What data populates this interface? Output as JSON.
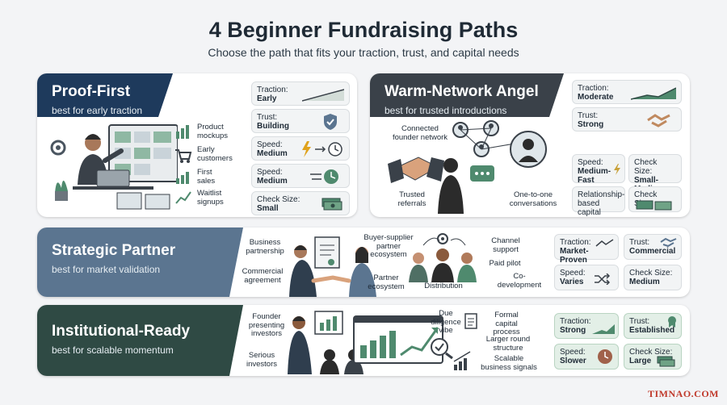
{
  "header": {
    "title": "4 Beginner Fundraising Paths",
    "subtitle": "Choose the path that fits your traction, trust, and capital needs"
  },
  "colors": {
    "navy": "#1e3a5c",
    "charcoal": "#3a4149",
    "slate_blue": "#5b7590",
    "dark_green": "#2f4a44",
    "accent_green": "#4f8a6e",
    "chip_green": "#e3efe7"
  },
  "paths": {
    "proof_first": {
      "title": "Proof-First",
      "subtitle": "best for early traction",
      "labels": [
        "Product mockups",
        "Early customers",
        "First sales",
        "Waitlist signups"
      ],
      "chips": [
        {
          "key": "Traction:",
          "value": "Early",
          "icon": "rising-line-icon"
        },
        {
          "key": "Trust:",
          "value": "Building",
          "icon": "shield-check-icon"
        },
        {
          "key": "Speed:",
          "value": "Medium",
          "icon": "lightning-clock-icon"
        },
        {
          "key": "Speed:",
          "value": "Medium",
          "icon": "fast-clock-icon"
        },
        {
          "key": "Check Size:",
          "value": "Small",
          "icon": "cash-stack-icon"
        }
      ]
    },
    "warm_network_angel": {
      "title": "Warm-Network Angel",
      "subtitle": "best for trusted introductions",
      "labels": [
        "Connected founder network",
        "Trusted referrals",
        "One-to-one conversations"
      ],
      "chips": [
        {
          "key": "Traction:",
          "value": "Moderate",
          "icon": "rising-area-icon"
        },
        {
          "key": "Trust:",
          "value": "Strong",
          "icon": "handshake-icon"
        },
        {
          "key": "Speed:",
          "value": "Medium-Fast",
          "icon": "lightning-icon"
        },
        {
          "key": "Check Size:",
          "value": "Small-Medium",
          "icon": ""
        },
        {
          "key": "Relationship-based capital",
          "value": "",
          "icon": "cash-icon"
        },
        {
          "key": "Check Size:",
          "value": "",
          "icon": "cash-stack-icon"
        }
      ]
    },
    "strategic_partner": {
      "title": "Strategic Partner",
      "subtitle": "best for market validation",
      "labels": [
        "Business partnership",
        "Commercial agreement",
        "Buyer-supplier partner ecosystem",
        "Partner ecosystem",
        "Distribution",
        "Channel support",
        "Paid pilot",
        "Co-development"
      ],
      "chips": [
        {
          "key": "Traction:",
          "value": "Market-Proven",
          "icon": "trend-arrow-icon"
        },
        {
          "key": "Trust:",
          "value": "Commercial",
          "icon": "handshake-icon"
        },
        {
          "key": "Speed:",
          "value": "Varies",
          "icon": "shuffle-icon"
        },
        {
          "key": "Check Size:",
          "value": "Medium",
          "icon": ""
        }
      ]
    },
    "institutional_ready": {
      "title": "Institutional-Ready",
      "subtitle": "best for scalable momentum",
      "labels": [
        "Founder presenting investors",
        "Serious investors",
        "Due diligence vibe",
        "Formal capital process",
        "Larger round structure",
        "Scalable business signals"
      ],
      "chips": [
        {
          "key": "Traction:",
          "value": "Strong",
          "icon": "rising-area-icon"
        },
        {
          "key": "Trust:",
          "value": "Established",
          "icon": "badge-icon"
        },
        {
          "key": "Speed:",
          "value": "Slower",
          "icon": "clock-icon"
        },
        {
          "key": "Check Size:",
          "value": "Large",
          "icon": "cash-stack-icon"
        }
      ]
    }
  },
  "watermark": "TIMNAO.COM"
}
